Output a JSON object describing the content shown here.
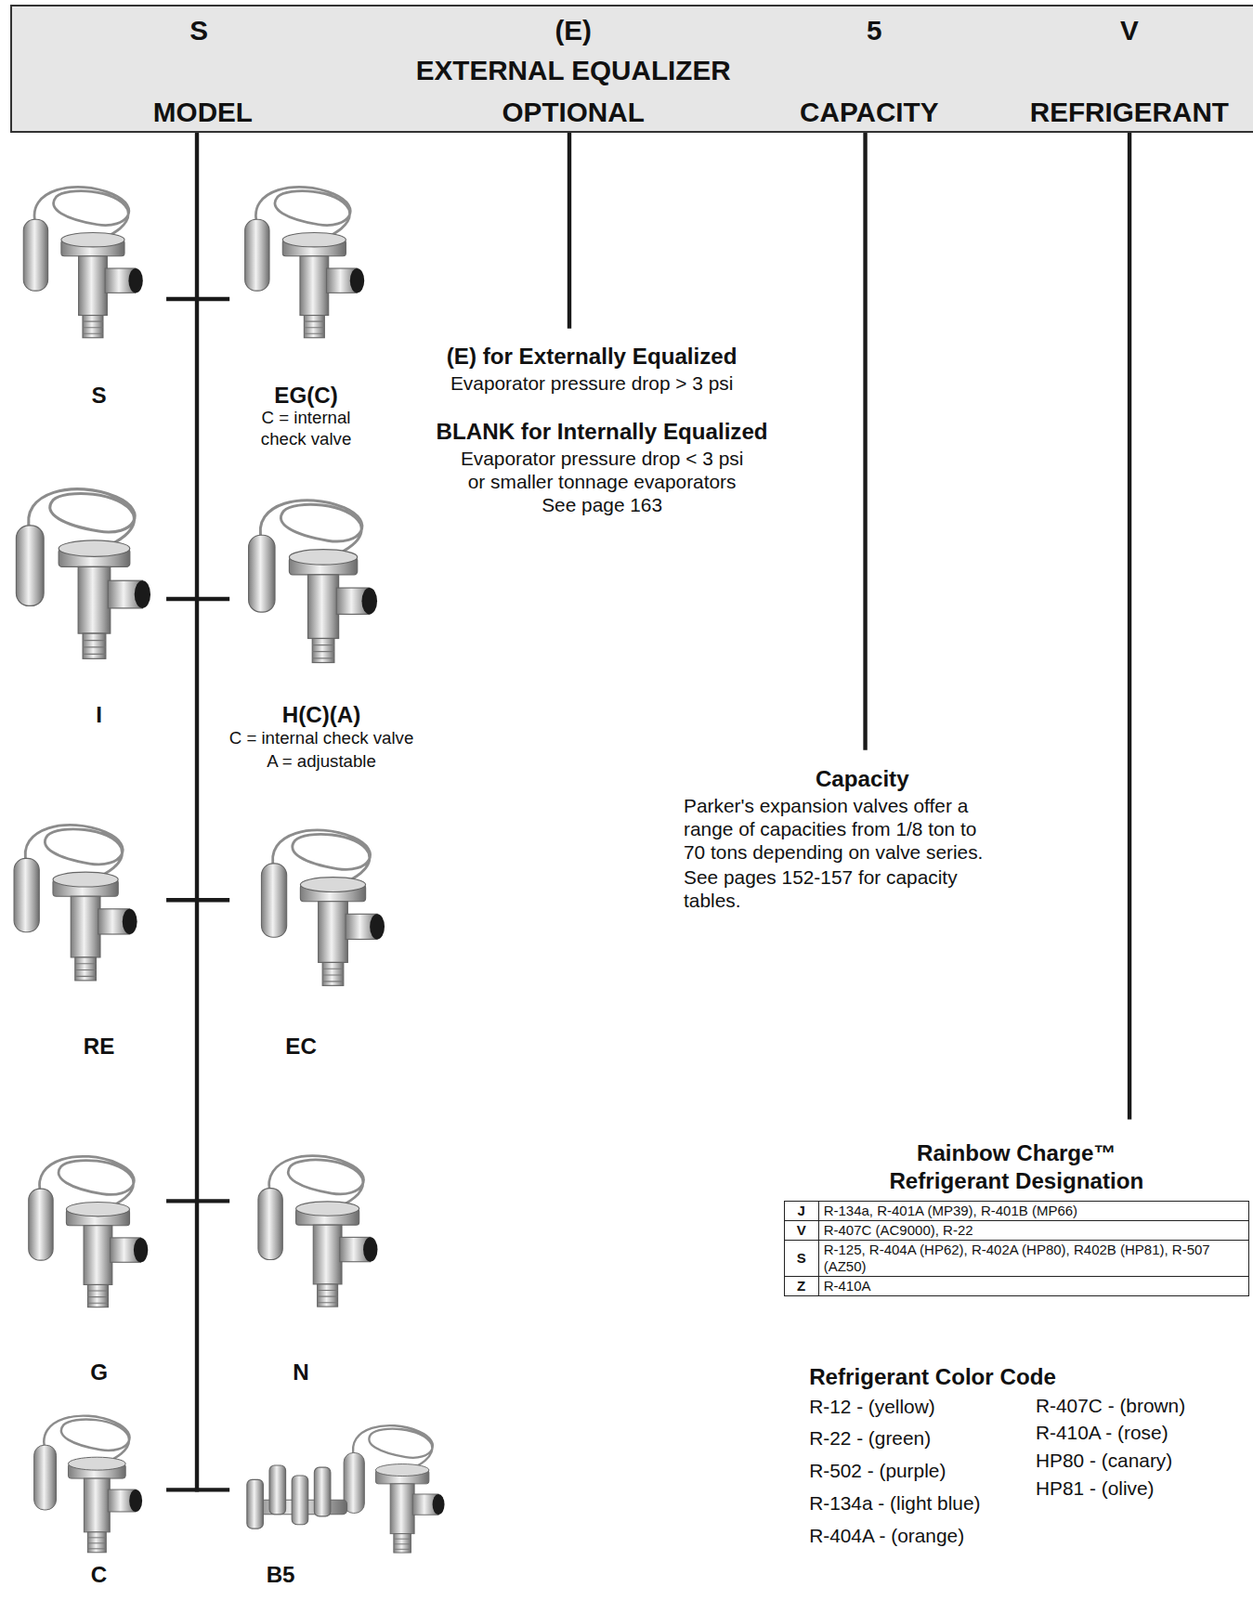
{
  "diagram": {
    "nodes": [
      {
        "text": [
          "S",
          "(E)",
          "5",
          "V",
          "EXTERNAL EQUALIZER",
          "MODEL",
          "OPTIONAL",
          "CAPACITY",
          "REFRIGERANT"
        ]
      },
      {
        "text": [
          "Rainbow Charge™ Refrigerant Designation",
          "J",
          "R-134a, R-401A (MP39), R-401B (MP66)",
          "V",
          "R-407C (AC9000), R-22",
          "S",
          "R-125, R-404A (HP62), R-402A (HP80), R402B (HP81), R-507 (AZ50)",
          "Z",
          "R-410A"
        ]
      }
    ],
    "labels": [
      "S",
      "EG(C)",
      "C = internal check valve",
      "(E) for Externally Equalized",
      "Evaporator pressure drop > 3 psi",
      "BLANK for Internally Equalized",
      "Evaporator pressure drop < 3 psi or smaller tonnage evaporators See page 163",
      "I",
      "H(C)(A)",
      "C = internal check valve",
      "A = adjustable",
      "Capacity",
      "Parker's expansion valves offer a range of capacities from 1/8 ton to 70 tons depending on valve series.",
      "See pages 152-157 for capacity tables.",
      "RE",
      "EC",
      "G",
      "N",
      "Refrigerant Color Code",
      "R-12 - (yellow)",
      "R-22 - (green)",
      "R-502 - (purple)",
      "R-134a - (light blue)",
      "R-404A - (orange)",
      "R-407C - (brown)",
      "R-410A - (rose)",
      "HP80 - (canary)",
      "HP81 - (olive)",
      "C",
      "B5"
    ]
  }
}
